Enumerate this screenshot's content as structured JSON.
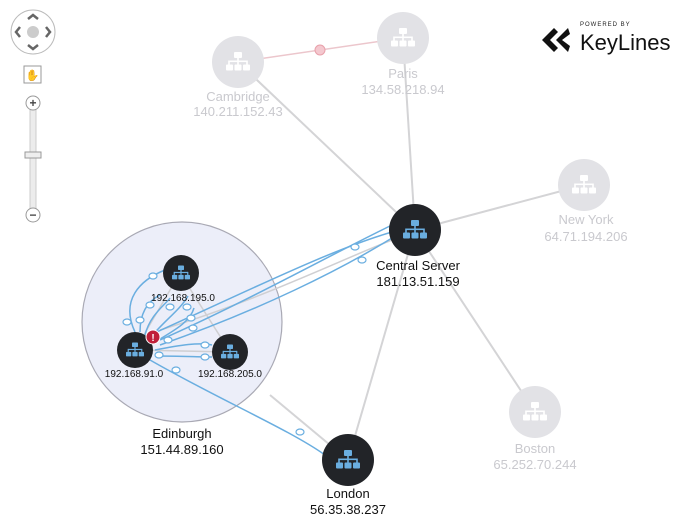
{
  "logo": {
    "powered_by": "POWERED BY",
    "name": "KeyLines"
  },
  "controls": {
    "pan": "pan-control",
    "hand": "hand-tool",
    "zoom_in": "+",
    "zoom_out": "−",
    "zoom_level": 0.5
  },
  "nodes": {
    "cambridge": {
      "name": "Cambridge",
      "ip": "140.211.152.43"
    },
    "paris": {
      "name": "Paris",
      "ip": "134.58.218.94"
    },
    "new_york": {
      "name": "New York",
      "ip": "64.71.194.206"
    },
    "central": {
      "name": "Central Server",
      "ip": "181.13.51.159"
    },
    "boston": {
      "name": "Boston",
      "ip": "65.252.70.244"
    },
    "london": {
      "name": "London",
      "ip": "56.35.38.237"
    },
    "edinburgh": {
      "name": "Edinburgh",
      "ip": "151.44.89.160"
    },
    "sub1": {
      "ip": "192.168.195.0"
    },
    "sub2": {
      "ip": "192.168.91.0"
    },
    "sub3": {
      "ip": "192.168.205.0"
    }
  },
  "alert": {
    "glyph": "!"
  },
  "colors": {
    "link_blue": "#6aaee0",
    "node_dark": "#222428",
    "node_faded": "#e2e2e6",
    "alert": "#c0203a",
    "combo_fill": "#eceef9"
  }
}
